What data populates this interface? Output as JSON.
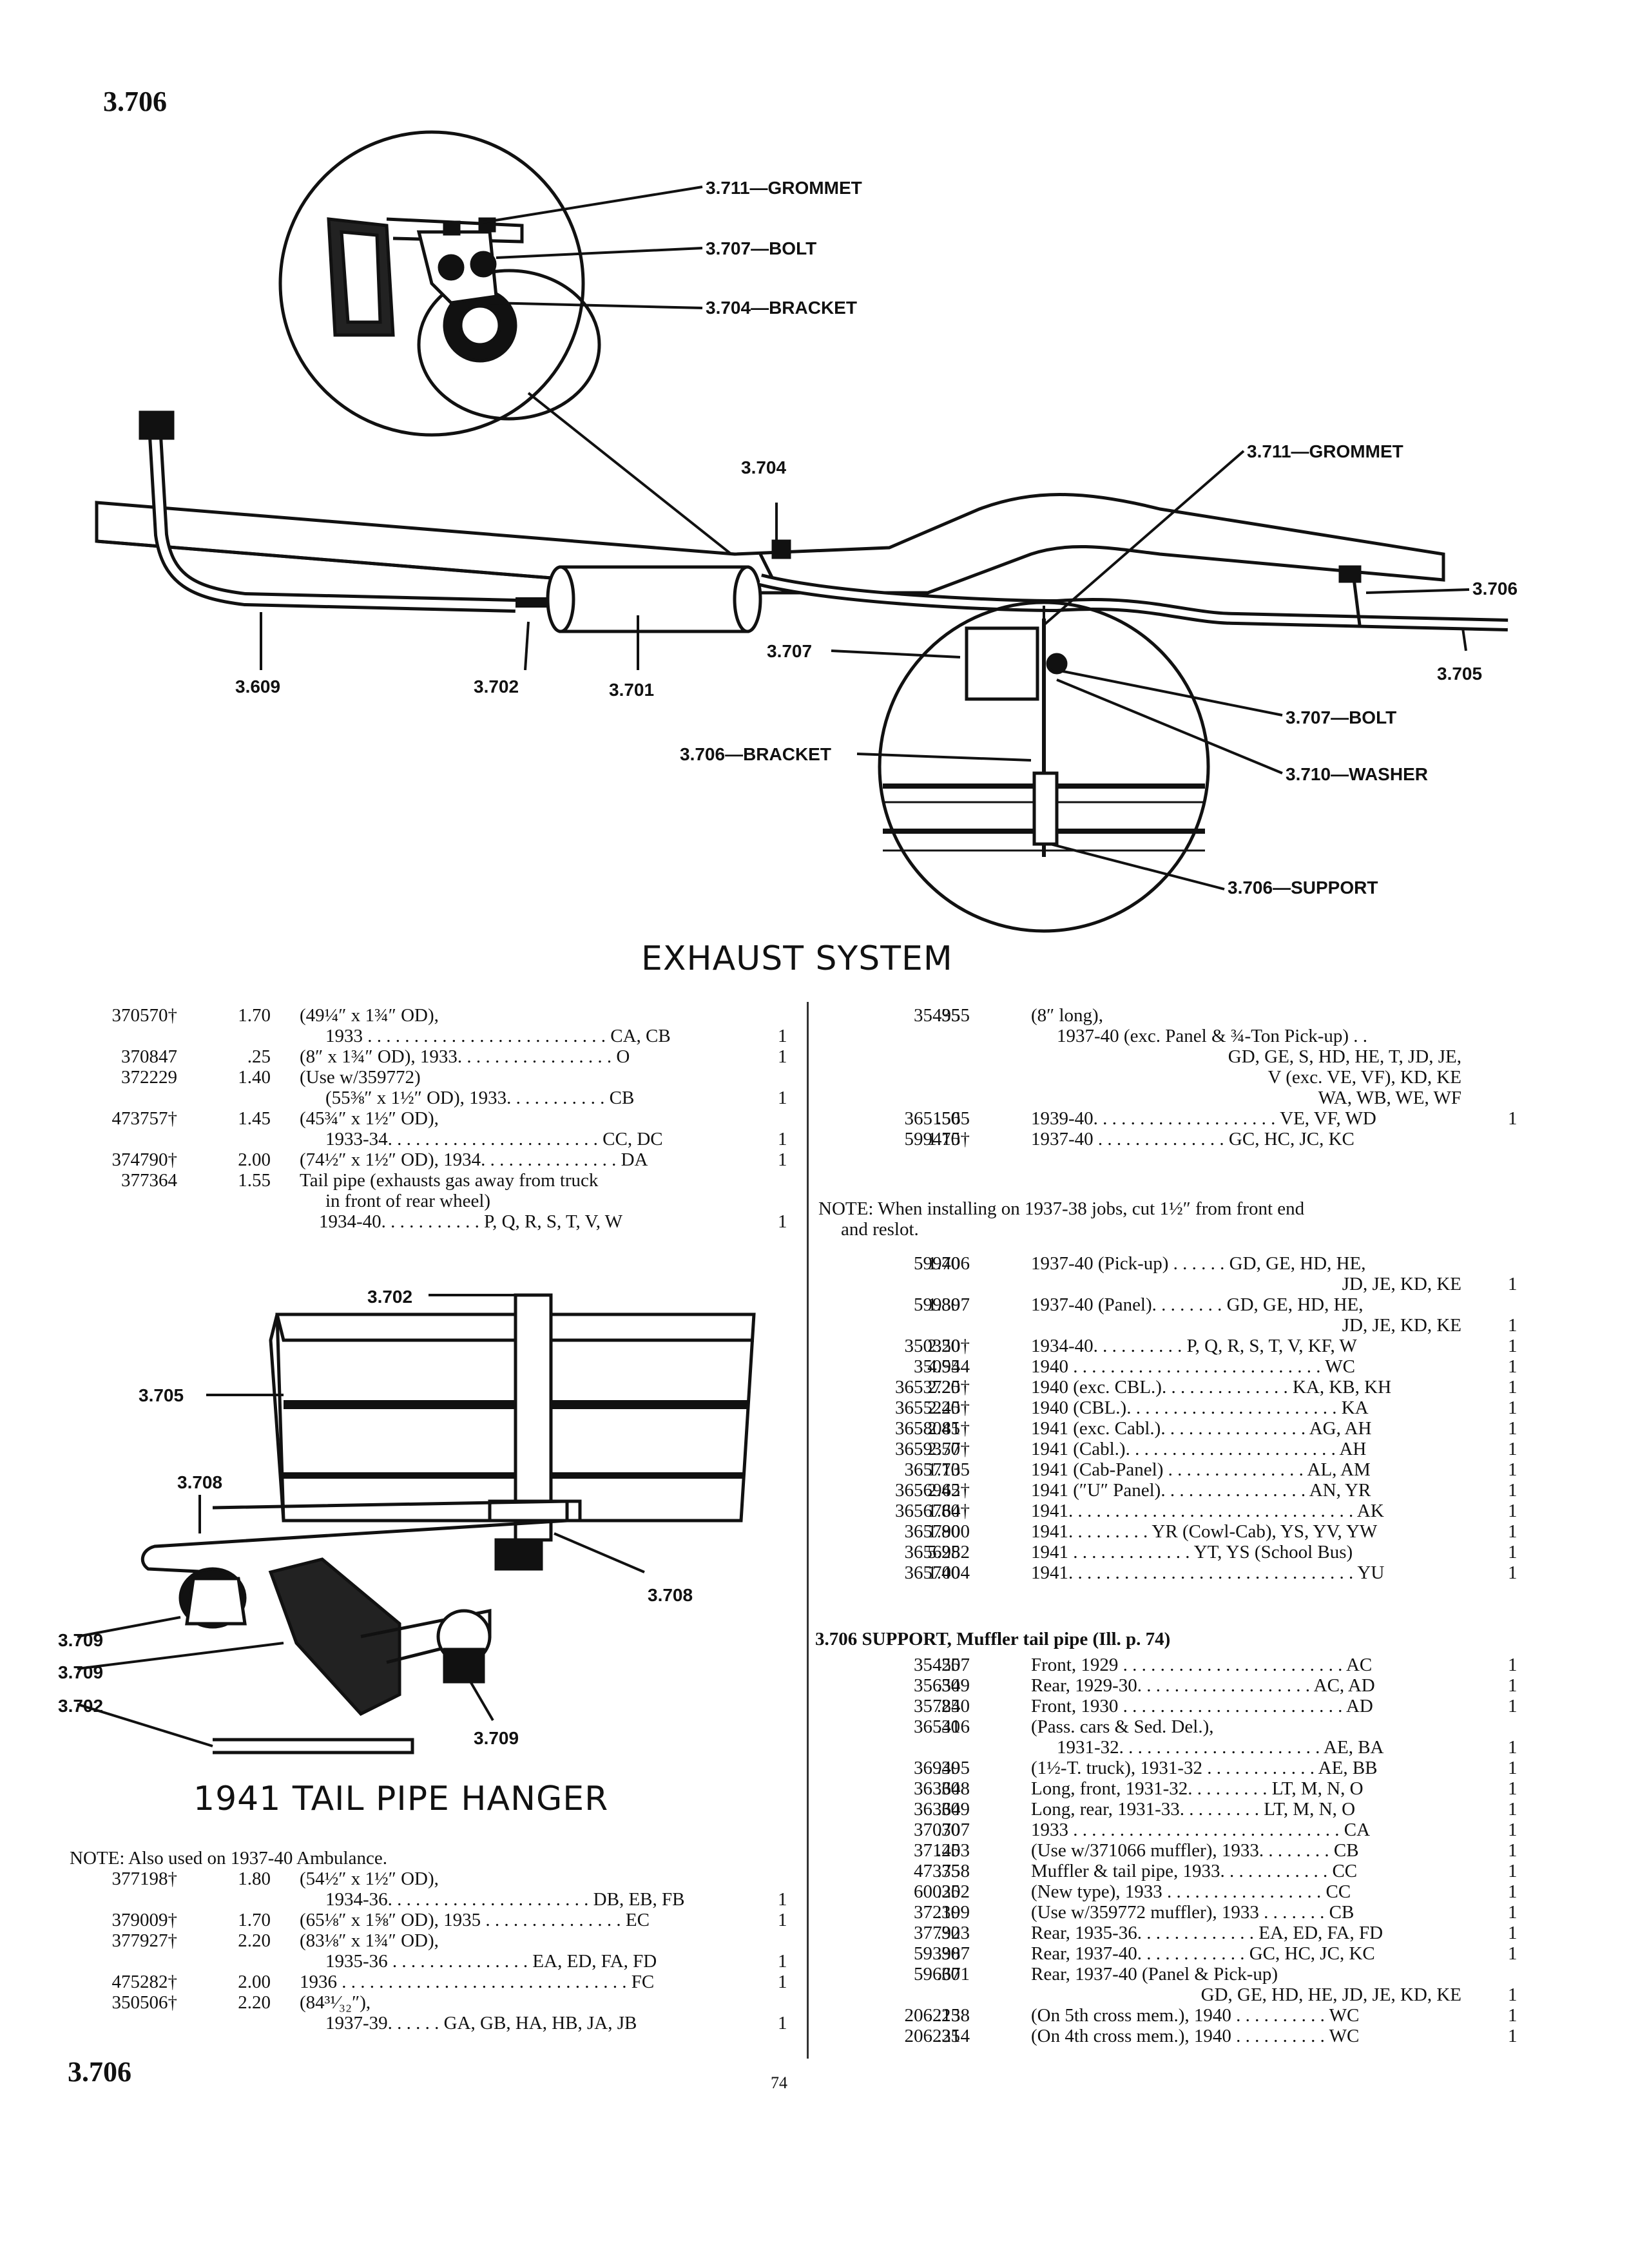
{
  "page": {
    "number_top": "3.706",
    "number_bottom": "3.706",
    "folio": "74"
  },
  "exhaust_figure": {
    "callouts": {
      "c_3711_top": "3.711—GROMMET",
      "c_3707_top": "3.707—BOLT",
      "c_3704_top": "3.704—BRACKET",
      "c_3704_mid": "3.704",
      "c_3711_right": "3.711—GROMMET",
      "c_3706_right": "3.706",
      "c_3705": "3.705",
      "c_3707_left": "3.707",
      "c_3707_bolt": "3.707—BOLT",
      "c_3710": "3.710—WASHER",
      "c_3706_bracket": "3.706—BRACKET",
      "c_3706_support": "3.706—SUPPORT",
      "c_3609": "3.609",
      "c_3702": "3.702",
      "c_3701": "3.701"
    },
    "title": "EXHAUST SYSTEM"
  },
  "hanger_figure": {
    "callouts": {
      "h_3702_top": "3.702",
      "h_3705": "3.705",
      "h_3708_left": "3.708",
      "h_3708_right": "3.708",
      "h_3709_a": "3.709",
      "h_3709_b": "3.709",
      "h_3702_bottom": "3.702",
      "h_3709_c": "3.709"
    },
    "title": "1941 TAIL PIPE HANGER"
  },
  "left_list_top": [
    {
      "part": "370570†",
      "price": "1.70",
      "desc": "(49¼″ x 1¾″ OD),",
      "qty": ""
    },
    {
      "part": "",
      "price": "",
      "desc": "1933 . . . . . . . . . . . . . . . . . . . . . . . . . . CA, CB",
      "qty": "1",
      "indent": true
    },
    {
      "part": "370847",
      "price": ".25",
      "desc": "(8″ x 1¾″ OD), 1933. . . . . . . . . . . . . . . . . O",
      "qty": "1"
    },
    {
      "part": "372229",
      "price": "1.40",
      "desc": "(Use w/359772)",
      "qty": ""
    },
    {
      "part": "",
      "price": "",
      "desc": "(55⅜″ x 1½″ OD), 1933. . . . . . . . . . . CB",
      "qty": "1",
      "indent": true
    },
    {
      "part": "473757†",
      "price": "1.45",
      "desc": "(45¾″ x 1½″ OD),",
      "qty": ""
    },
    {
      "part": "",
      "price": "",
      "desc": "1933-34. . . . . . . . . . . . . . . . . . . . . . . CC, DC",
      "qty": "1",
      "indent": true
    },
    {
      "part": "374790†",
      "price": "2.00",
      "desc": "(74½″ x 1½″ OD), 1934. . . . . . . . . . . . . . . DA",
      "qty": "1"
    },
    {
      "part": "377364",
      "price": "1.55",
      "desc": "Tail pipe (exhausts gas away from truck",
      "qty": ""
    },
    {
      "part": "",
      "price": "",
      "desc": "in front of rear wheel)",
      "qty": "",
      "indent": true
    },
    {
      "part": "",
      "price": "",
      "desc": "1934-40. . . . . . . . . . . P, Q, R, S, T, V, W",
      "qty": "1",
      "indent2": true
    }
  ],
  "left_note": "NOTE: Also used on 1937-40 Ambulance.",
  "left_list_bottom": [
    {
      "part": "377198†",
      "price": "1.80",
      "desc": "(54½″ x 1½″ OD),",
      "qty": ""
    },
    {
      "part": "",
      "price": "",
      "desc": "1934-36. . . . . . . . . . . . . . . . . . . . . . DB, EB, FB",
      "qty": "1",
      "indent": true
    },
    {
      "part": "379009†",
      "price": "1.70",
      "desc": "(65⅛″ x 1⅝″ OD), 1935 . . . . . . . . . . . . . . . EC",
      "qty": "1"
    },
    {
      "part": "377927†",
      "price": "2.20",
      "desc": "(83⅛″ x 1¾″ OD),",
      "qty": ""
    },
    {
      "part": "",
      "price": "",
      "desc": "1935-36 . . . . . . . . . . . . . . . EA, ED, FA, FD",
      "qty": "1",
      "indent": true
    },
    {
      "part": "475282†",
      "price": "2.00",
      "desc": "1936 . . . . . . . . . . . . . . . . . . . . . . . . . . . . . . . FC",
      "qty": "1"
    },
    {
      "part": "350506†",
      "price": "2.20",
      "desc": "(84³¹⁄₃₂″),",
      "qty": ""
    },
    {
      "part": "",
      "price": "",
      "desc": "1937-39. . . . . . GA, GB, HA, HB, JA, JB",
      "qty": "1",
      "indent": true
    }
  ],
  "right_list_top": [
    {
      "part": "354955",
      "price": ".35",
      "desc": "(8″ long),",
      "qty": ""
    },
    {
      "part": "",
      "price": "",
      "desc": "1937-40 (exc. Panel & ¾-Ton Pick-up) . .",
      "qty": "",
      "indent": true
    },
    {
      "part": "",
      "price": "",
      "desc": "GD, GE, S, HD, HE, T, JD, JE,",
      "qty": "",
      "right": true
    },
    {
      "part": "",
      "price": "",
      "desc": "V (exc. VE, VF), KD, KE",
      "qty": "",
      "right": true
    },
    {
      "part": "",
      "price": "",
      "desc": "WA, WB, WE, WF",
      "qty": "",
      "right": true
    },
    {
      "part": "3651565",
      "price": ".50",
      "desc": "1939-40. . . . . . . . . . . . . . . . . . . . VE, VF, WD",
      "qty": "1"
    },
    {
      "part": "599415†",
      "price": "1.70",
      "desc": "1937-40 . . . . . . . . . . . . . . GC, HC, JC, KC",
      "qty": ""
    }
  ],
  "right_note_line1": "NOTE: When installing on 1937-38 jobs, cut 1½″ from front end",
  "right_note_line2": "and reslot.",
  "right_list_mid": [
    {
      "part": "599406",
      "price": "1.70",
      "desc": "1937-40 (Pick-up) . . . . . . GD, GE, HD, HE,",
      "qty": ""
    },
    {
      "part": "",
      "price": "",
      "desc": "JD, JE, KD, KE",
      "qty": "1",
      "right": true
    },
    {
      "part": "599397",
      "price": "1.80",
      "desc": "1937-40 (Panel). . . . . . . . GD, GE, HD, HE,",
      "qty": ""
    },
    {
      "part": "",
      "price": "",
      "desc": "JD, JE, KD, KE",
      "qty": "1",
      "right": true
    },
    {
      "part": "350350†",
      "price": "2.20",
      "desc": "1934-40. . . . . . . . . . P, Q, R, S, T, V, KF, W",
      "qty": "1"
    },
    {
      "part": "350944",
      "price": "4.55",
      "desc": "1940 . . . . . . . . . . . . . . . . . . . . . . . . . . . WC",
      "qty": "1"
    },
    {
      "part": "3653725†",
      "price": "2.20",
      "desc": "1940 (exc. CBL.). . . . . . . . . . . . . . KA, KB, KH",
      "qty": "1"
    },
    {
      "part": "3655245†",
      "price": "2.20",
      "desc": "1940 (CBL.). . . . . . . . . . . . . . . . . . . . . . . KA",
      "qty": "1"
    },
    {
      "part": "3658081†",
      "price": "2.45",
      "desc": "1941 (exc. Cabl.). . . . . . . . . . . . . . . . AG, AH",
      "qty": "1"
    },
    {
      "part": "3659377†",
      "price": "2.50",
      "desc": "1941 (Cabl.). . . . . . . . . . . . . . . . . . . . . . . AH",
      "qty": "1"
    },
    {
      "part": "3657135",
      "price": "1.70",
      "desc": "1941 (Cab-Panel) . . . . . . . . . . . . . . . AL, AM",
      "qty": "1"
    },
    {
      "part": "3656962†",
      "price": "2.45",
      "desc": "1941 (″U″ Panel). . . . . . . . . . . . . . . . AN, YR",
      "qty": "1"
    },
    {
      "part": "3656764†",
      "price": "1.80",
      "desc": "1941. . . . . . . . . . . . . . . . . . . . . . . . . . . . . . . AK",
      "qty": "1"
    },
    {
      "part": "3657900",
      "price": "1.80",
      "desc": "1941. . . . . . . . . YR (Cowl-Cab), YS, YV, YW",
      "qty": "1"
    },
    {
      "part": "3656982",
      "price": "5.25",
      "desc": "1941 . . . . . . . . . . . . . YT, YS (School Bus)",
      "qty": "1"
    },
    {
      "part": "3657004",
      "price": "1.40",
      "desc": "1941. . . . . . . . . . . . . . . . . . . . . . . . . . . . . . . YU",
      "qty": "1"
    }
  ],
  "section_3706": "3.706   SUPPORT, Muffler tail pipe (Ill. p. 74)",
  "right_list_bottom": [
    {
      "part": "354507",
      "price": ".25",
      "desc": "Front, 1929 . . . . . . . . . . . . . . . . . . . . . . . . AC",
      "qty": "1"
    },
    {
      "part": "356549",
      "price": ".30",
      "desc": "Rear, 1929-30. . . . . . . . . . . . . . . . . . . AC, AD",
      "qty": "1"
    },
    {
      "part": "357840",
      "price": ".25",
      "desc": "Front, 1930 . . . . . . . . . . . . . . . . . . . . . . . . AD",
      "qty": "1"
    },
    {
      "part": "365416",
      "price": ".30",
      "desc": "(Pass. cars & Sed. Del.),",
      "qty": ""
    },
    {
      "part": "",
      "price": "",
      "desc": "1931-32. . . . . . . . . . . . . . . . . . . . . . AE, BA",
      "qty": "1",
      "indent": true
    },
    {
      "part": "369495",
      "price": ".30",
      "desc": "(1½-T. truck), 1931-32 . . . . . . . . . . . . AE, BB",
      "qty": "1"
    },
    {
      "part": "363648",
      "price": ".30",
      "desc": "Long, front, 1931-32. . . . . . . . . LT, M, N, O",
      "qty": "1"
    },
    {
      "part": "363649",
      "price": ".30",
      "desc": "Long, rear, 1931-33. . . . . . . . . LT, M, N, O",
      "qty": "1"
    },
    {
      "part": "370707",
      "price": ".30",
      "desc": "1933 . . . . . . . . . . . . . . . . . . . . . . . . . . . . . CA",
      "qty": "1"
    },
    {
      "part": "371403",
      "price": ".25",
      "desc": "(Use w/371066 muffler), 1933. . . . . . . . CB",
      "qty": "1"
    },
    {
      "part": "473758",
      "price": ".35",
      "desc": "Muffler & tail pipe, 1933. . . . . . . . . . . . CC",
      "qty": "1"
    },
    {
      "part": "600202",
      "price": ".35",
      "desc": "(New type), 1933 . . . . . . . . . . . . . . . . . CC",
      "qty": "1"
    },
    {
      "part": "372199",
      "price": ".30",
      "desc": "(Use w/359772 muffler), 1933 . . . . . . . CB",
      "qty": "1"
    },
    {
      "part": "377923",
      "price": ".30",
      "desc": "Rear, 1935-36. . . . . . . . . . . . . EA, ED, FA, FD",
      "qty": "1"
    },
    {
      "part": "593987",
      "price": ".30",
      "desc": "Rear, 1937-40. . . . . . . . . . . . GC, HC, JC, KC",
      "qty": "1"
    },
    {
      "part": "596671",
      "price": ".30",
      "desc": "Rear, 1937-40 (Panel & Pick-up)",
      "qty": ""
    },
    {
      "part": "",
      "price": "",
      "desc": "GD, GE, HD, HE, JD, JE, KD, KE",
      "qty": "1",
      "right": true
    },
    {
      "part": "2062138",
      "price": ".25",
      "desc": "(On 5th cross mem.), 1940 . . . . . . . . . . WC",
      "qty": "1"
    },
    {
      "part": "2062214",
      "price": ".35",
      "desc": "(On 4th cross mem.), 1940 . . . . . . . . . . WC",
      "qty": "1"
    }
  ]
}
